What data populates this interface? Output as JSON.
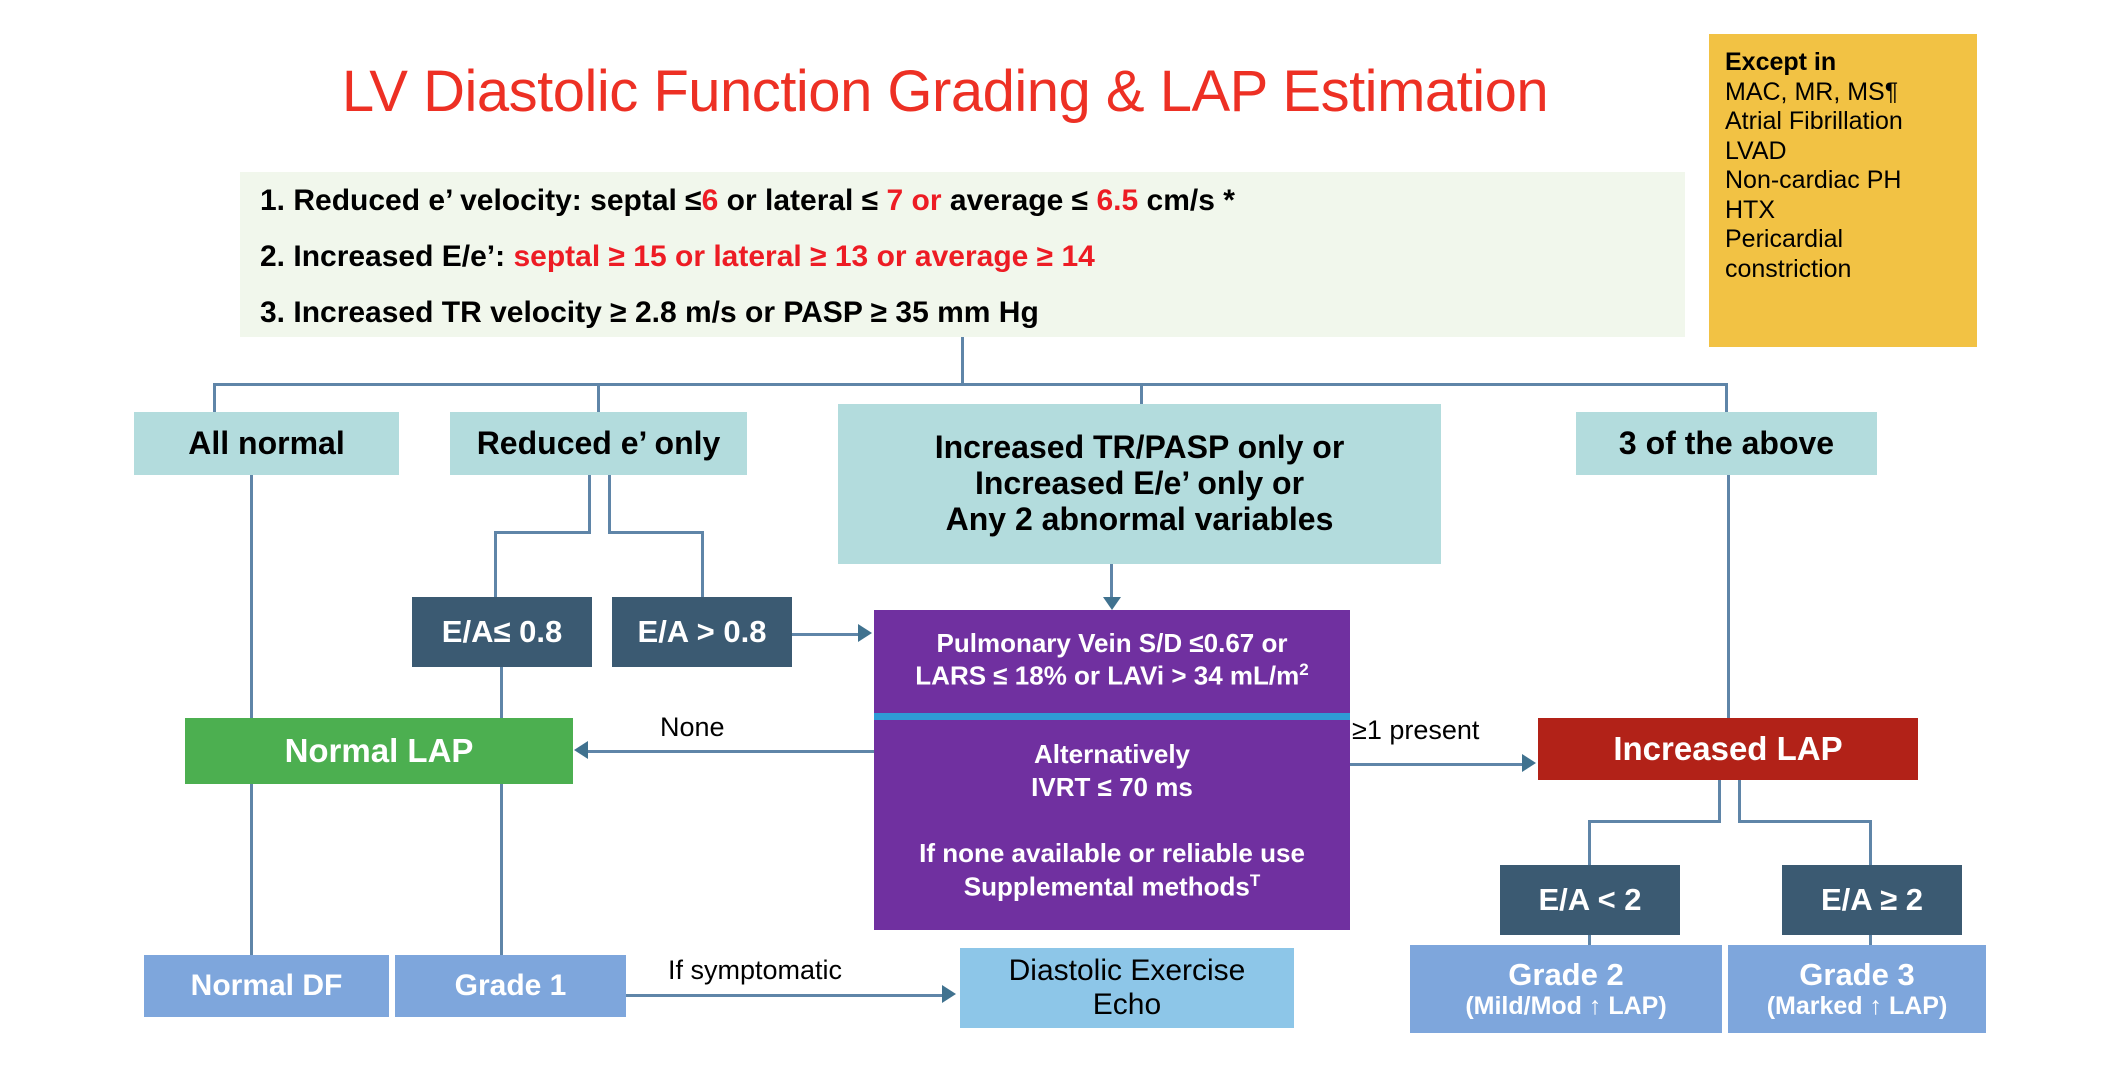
{
  "title": "LV Diastolic Function Grading & LAP Estimation",
  "criteria": {
    "item1": {
      "prefix": "1. Reduced e’ velocity:  septal ≤",
      "v1": "6",
      "mid1": "  or lateral ≤ ",
      "v2": "7 or",
      "mid2": " average ≤ ",
      "v3": "6.5",
      "suffix": " cm/s *"
    },
    "item2": {
      "prefix": "2. Increased E/e’: ",
      "red": "septal ≥ 15 or lateral ≥ 13 or average ≥ 14"
    },
    "item3": {
      "text": "3. Increased TR velocity ≥ 2.8 m/s or PASP ≥ 35 mm Hg"
    }
  },
  "except_box": {
    "title": "Except in",
    "lines": [
      "MAC, MR, MS¶",
      "Atrial Fibrillation",
      "LVAD",
      "Non-cardiac PH",
      "HTX",
      "Pericardial",
      "constriction"
    ]
  },
  "nodes": {
    "all_normal": "All normal",
    "reduced_e_only": "Reduced e’ only",
    "tr_pasp": {
      "line1": "Increased TR/PASP only or",
      "line2": "Increased E/e’ only or",
      "line3": "Any 2 abnormal variables"
    },
    "three_of_above": "3 of the above",
    "ea_le_08": "E/A≤ 0.8",
    "ea_gt_08": "E/A > 0.8",
    "purple": {
      "top_line1": "Pulmonary Vein S/D ≤0.67 or",
      "top_line2": "LARS ≤ 18% or LAVi > 34 mL/m",
      "top_line2_sup": "2",
      "bottom_line1": "Alternatively",
      "bottom_line2": "IVRT  ≤ 70 ms",
      "bottom_line3": "If none available or reliable use",
      "bottom_line4": "Supplemental methods",
      "bottom_line4_sup": "T"
    },
    "normal_lap": "Normal LAP",
    "increased_lap": "Increased LAP",
    "ea_lt_2": "E/A <  2",
    "ea_ge_2": "E/A ≥ 2",
    "normal_df": "Normal DF",
    "grade1": "Grade 1",
    "exercise": {
      "line1": "Diastolic Exercise",
      "line2": "Echo"
    },
    "grade2": {
      "main": "Grade 2",
      "sub": "(Mild/Mod ↑ LAP)"
    },
    "grade3": {
      "main": "Grade 3",
      "sub": "(Marked ↑ LAP)"
    }
  },
  "edge_labels": {
    "none": "None",
    "one_present": "≥1 present",
    "if_symptomatic": "If symptomatic"
  },
  "colors": {
    "title": "#ED3024",
    "accent_red": "#ED1C24",
    "criteria_bg": "#F1F7EC",
    "except_bg": "#F2C244",
    "teal": "#B3DCDD",
    "dark_blue": "#3B5A72",
    "green": "#4CAF50",
    "red_box": "#B22218",
    "mid_blue": "#7EA6DC",
    "light_blue": "#8DC6E8",
    "purple": "#7030A0",
    "purple_rule": "#2E9BD6",
    "connector": "#5F85A8"
  }
}
